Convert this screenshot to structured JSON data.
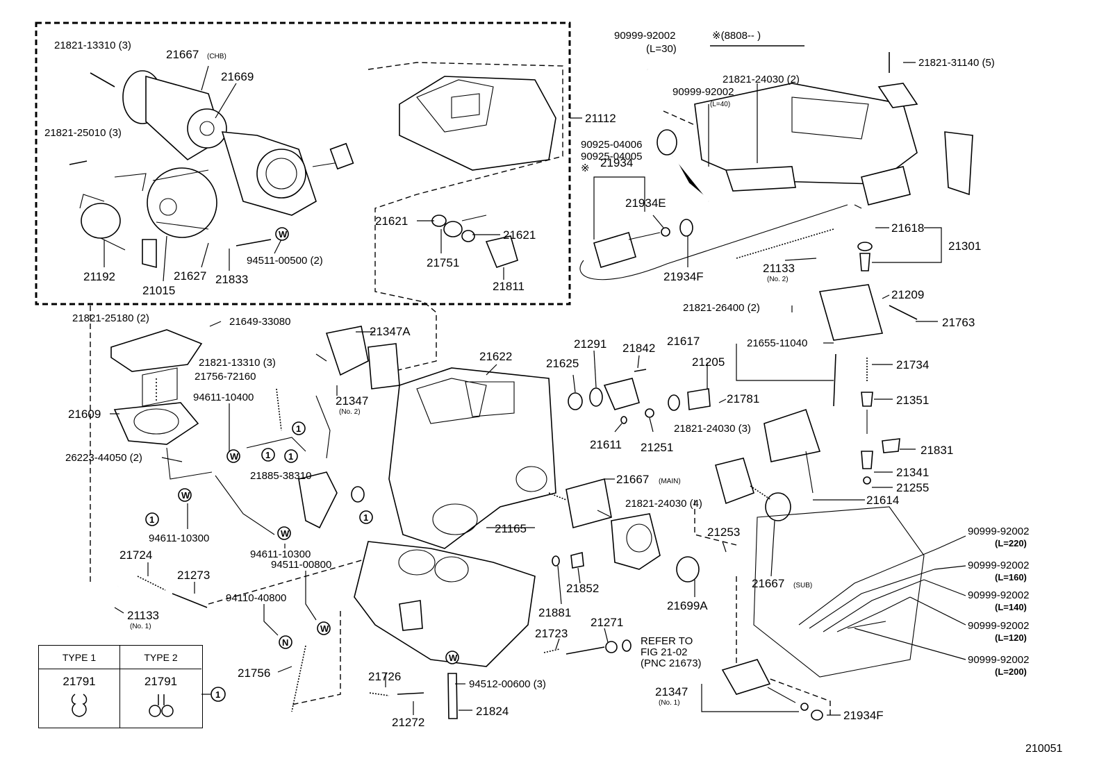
{
  "callouts": {
    "p21821_13310_top": "21821-13310 (3)",
    "p21667_chb": "21667",
    "p21667_chb_note": "(CHB)",
    "p21669": "21669",
    "p21821_25010": "21821-25010 (3)",
    "p21192": "21192",
    "p21015": "21015",
    "p21627": "21627",
    "p21833": "21833",
    "p94511_00500": "94511-00500 (2)",
    "p21112": "21112",
    "p21621_a": "21621",
    "p21621_b": "21621",
    "p21751": "21751",
    "p21811": "21811",
    "p90999_92002_top": "90999-92002",
    "p90999_92002_top_len": "(L=30)",
    "note_8808": "※(8808--        )",
    "p21821_24030_2": "21821-24030 (2)",
    "p21821_31140": "21821-31140 (5)",
    "p90999_92002_l40": "90999-92002",
    "p90999_92002_l40_len": "(L=40)",
    "p90925_04006": "90925-04006",
    "p90925_04005": "90925-04005",
    "ref_mark": "※",
    "p21934": "21934",
    "p21934E": "21934E",
    "p21934F_top": "21934F",
    "p21133_no2": "21133",
    "p21133_no2_note": "(No. 2)",
    "p21618": "21618",
    "p21301": "21301",
    "p21821_25180": "21821-25180 (2)",
    "p21649_33080": "21649-33080",
    "p21347A": "21347A",
    "p21821_13310_mid": "21821-13310 (3)",
    "p21756_72160": "21756-72160",
    "p94611_10400": "94611-10400",
    "p21347_no2": "21347",
    "p21347_no2_note": "(No. 2)",
    "p21609": "21609",
    "p26223_44050": "26223-44050 (2)",
    "p21885_38310": "21885-38310",
    "p94611_10300_a": "94611-10300",
    "p94611_10300_b": "94611-10300",
    "p21622": "21622",
    "p21625": "21625",
    "p21291": "21291",
    "p21842": "21842",
    "p21617": "21617",
    "p21205": "21205",
    "p21655_11040": "21655-11040",
    "p21781": "21781",
    "p21611": "21611",
    "p21251": "21251",
    "p21821_24030_3": "21821-24030 (3)",
    "p21667_main": "21667",
    "p21667_main_note": "(MAIN)",
    "p21821_24030_4": "21821-24030 (4)",
    "p21165": "21165",
    "p21821_26400": "21821-26400 (2)",
    "p21209": "21209",
    "p21763": "21763",
    "p21734": "21734",
    "p21351": "21351",
    "p21831": "21831",
    "p21341": "21341",
    "p21255": "21255",
    "p21614": "21614",
    "p21253": "21253",
    "p21667_sub": "21667",
    "p21667_sub_note": "(SUB)",
    "p21699A": "21699A",
    "p21852": "21852",
    "p21881": "21881",
    "p21724": "21724",
    "p21273": "21273",
    "p21133_no1": "21133",
    "p21133_no1_note": "(No. 1)",
    "p94511_00800": "94511-00800",
    "p94110_40800": "94110-40800",
    "p21756": "21756",
    "p21726": "21726",
    "p21272": "21272",
    "p94512_00600": "94512-00600 (3)",
    "p21824": "21824",
    "p21723": "21723",
    "p21271": "21271",
    "refer_1": "REFER TO",
    "refer_2": "FIG 21-02",
    "refer_3": "(PNC 21673)",
    "p21347_no1": "21347",
    "p21347_no1_note": "(No. 1)",
    "p21934F_bottom": "21934F",
    "hose_220": "90999-92002",
    "hose_220_len": "(L=220)",
    "hose_160": "90999-92002",
    "hose_160_len": "(L=160)",
    "hose_140": "90999-92002",
    "hose_140_len": "(L=140)",
    "hose_120": "90999-92002",
    "hose_120_len": "(L=120)",
    "hose_200": "90999-92002",
    "hose_200_len": "(L=200)",
    "circle_one": "1",
    "washer_w": "W",
    "nut_n": "N"
  },
  "type_table": {
    "col1_header": "TYPE 1",
    "col2_header": "TYPE 2",
    "col1_part": "21791",
    "col2_part": "21791",
    "ref": "1"
  },
  "document_number": "210051"
}
